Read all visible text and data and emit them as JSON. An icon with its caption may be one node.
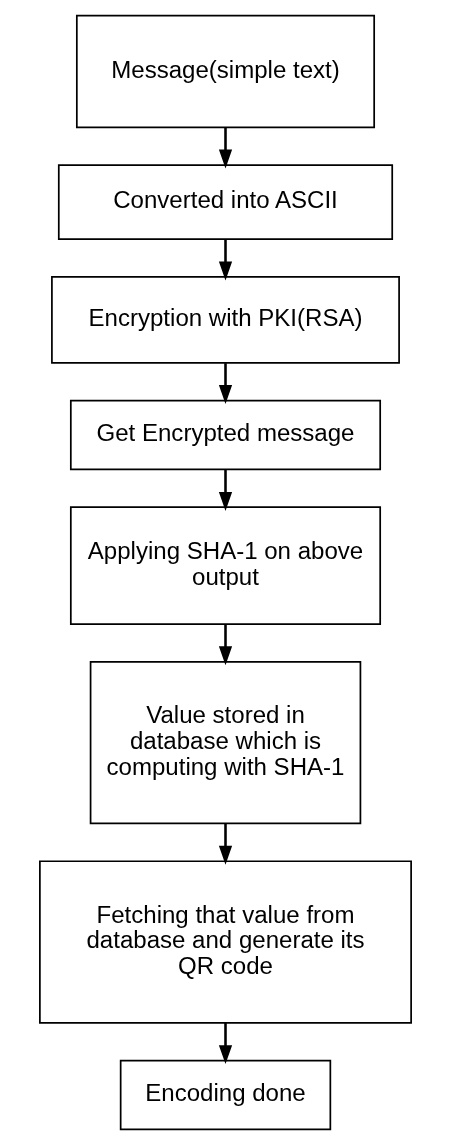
{
  "diagram": {
    "nodes": [
      {
        "text": [
          "Message(simple text)"
        ]
      },
      {
        "text": [
          "Converted into ASCII"
        ]
      },
      {
        "text": [
          "Encryption with PKI(RSA)"
        ]
      },
      {
        "text": [
          "Get Encrypted message"
        ]
      },
      {
        "text": [
          "Applying SHA-1 on above output"
        ]
      },
      {
        "text": [
          "Value stored in database which is computing with SHA-1"
        ]
      },
      {
        "text": [
          "Fetching that value from database and generate its QR code"
        ]
      },
      {
        "text": [
          "Encoding done"
        ]
      }
    ],
    "edges": [
      {
        "from": 0,
        "to": 1,
        "arrow": "to"
      },
      {
        "from": 1,
        "to": 2,
        "arrow": "to"
      },
      {
        "from": 2,
        "to": 3,
        "arrow": "to"
      },
      {
        "from": 3,
        "to": 4,
        "arrow": "to"
      },
      {
        "from": 4,
        "to": 5,
        "arrow": "to"
      },
      {
        "from": 5,
        "to": 6,
        "arrow": "to"
      },
      {
        "from": 6,
        "to": 7,
        "arrow": "to"
      }
    ]
  }
}
